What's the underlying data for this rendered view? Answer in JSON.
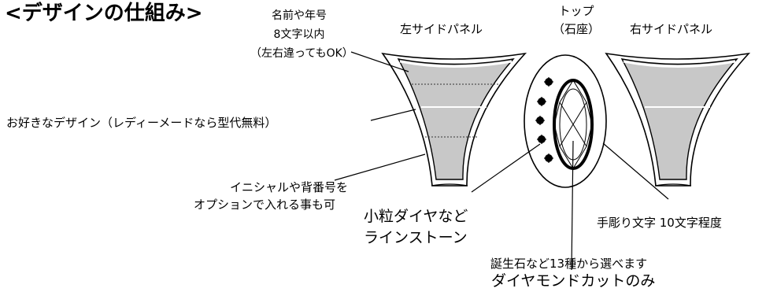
{
  "title": "<デザインの仕組み>",
  "labels": {
    "name_line1": "名前や年号",
    "name_line2": "8文字以内",
    "name_line3": "（左右違ってもOK）",
    "left_panel": "左サイドパネル",
    "top_line1": "トップ",
    "top_line2": "（石座）",
    "right_panel": "右サイドパネル",
    "design": "お好きなデザイン（レディーメードなら型代無料）",
    "initial_line1": "イニシャルや背番号を",
    "initial_line2": "オプションで入れる事も可",
    "stones_line1": "小粒ダイヤなど",
    "stones_line2": "ラインストーン",
    "engraving": "手彫り文字 10文字程度",
    "birthstone_line1": "誕生石など13種から選べます",
    "birthstone_line2": "ダイヤモンドカットのみ"
  },
  "colors": {
    "panel_fill": "#c8c8c8",
    "line": "#000000"
  }
}
